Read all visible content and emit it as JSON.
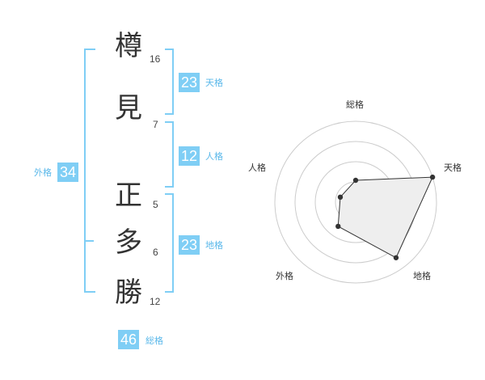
{
  "name": {
    "chars": [
      {
        "char": "樽",
        "strokes": "16"
      },
      {
        "char": "見",
        "strokes": "7"
      },
      {
        "char": "正",
        "strokes": "5"
      },
      {
        "char": "多",
        "strokes": "6"
      },
      {
        "char": "勝",
        "strokes": "12"
      }
    ]
  },
  "kakusu": {
    "tenkaku": {
      "value": "23",
      "label": "天格"
    },
    "jinkaku": {
      "value": "12",
      "label": "人格"
    },
    "chikaku": {
      "value": "23",
      "label": "地格"
    },
    "gaikaku": {
      "value": "34",
      "label": "外格"
    },
    "soukaku": {
      "value": "46",
      "label": "総格"
    }
  },
  "colors": {
    "accent": "#7fcef5",
    "accent_text": "#5ab8ea",
    "fill": "#eeeeee"
  },
  "chart_data": {
    "type": "radar",
    "axes": [
      "総格",
      "天格",
      "地格",
      "外格",
      "人格"
    ],
    "values": [
      0.27,
      1.0,
      0.85,
      0.37,
      0.2
    ],
    "rings": 4,
    "grid": true
  }
}
